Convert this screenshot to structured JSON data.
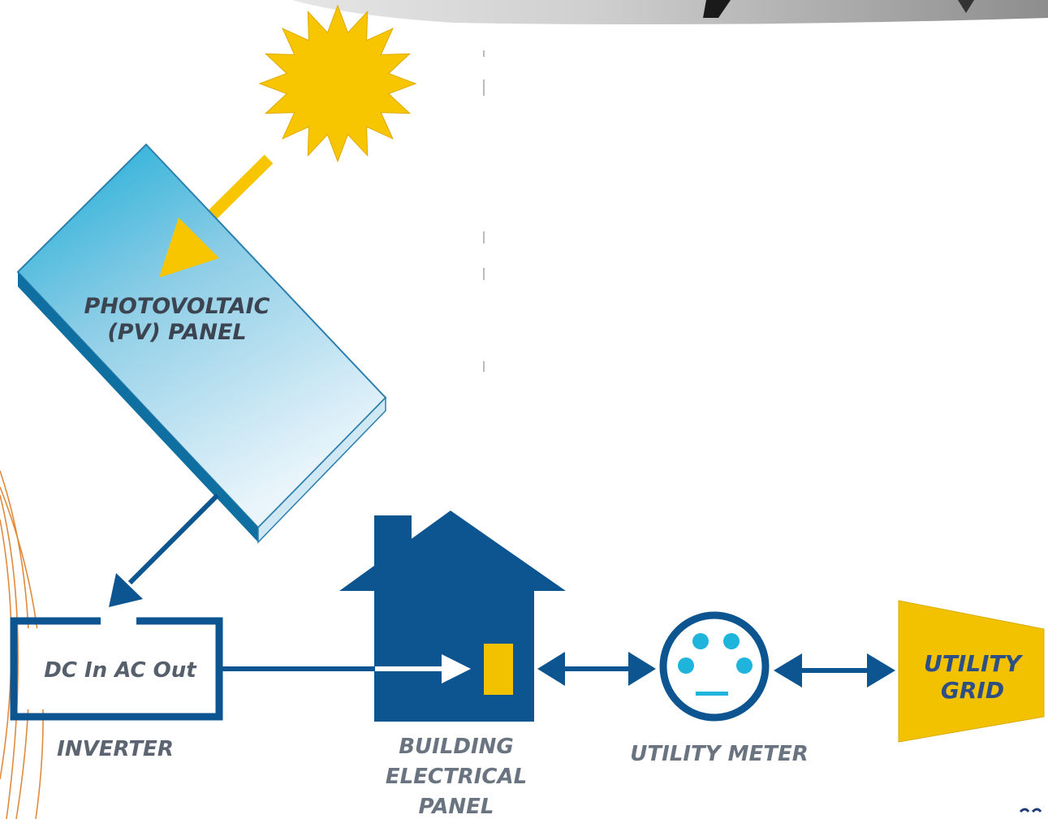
{
  "diagram": {
    "pv_panel": {
      "line1": "PHOTOVOLTAIC",
      "line2": "(PV) PANEL"
    },
    "inverter": {
      "box_text": "DC In  AC Out",
      "label": "INVERTER"
    },
    "building": {
      "line1": "BUILDING",
      "line2": "ELECTRICAL",
      "line3": "PANEL"
    },
    "meter": {
      "label": "UTILITY METER"
    },
    "grid": {
      "line1": "UTILITY",
      "line2": "GRID"
    }
  },
  "colors": {
    "navy": "#0c5590",
    "sun": "#f7c600",
    "panel_top": "#1eaed6",
    "panel_bottom": "#e4f2f9",
    "meter_dot": "#1fb4dc",
    "grid_fill": "#f2c200",
    "arc": "#e08a3c"
  },
  "icons": [
    "sun-icon",
    "pv-panel-icon",
    "inverter-icon",
    "house-icon",
    "meter-icon",
    "grid-icon"
  ]
}
